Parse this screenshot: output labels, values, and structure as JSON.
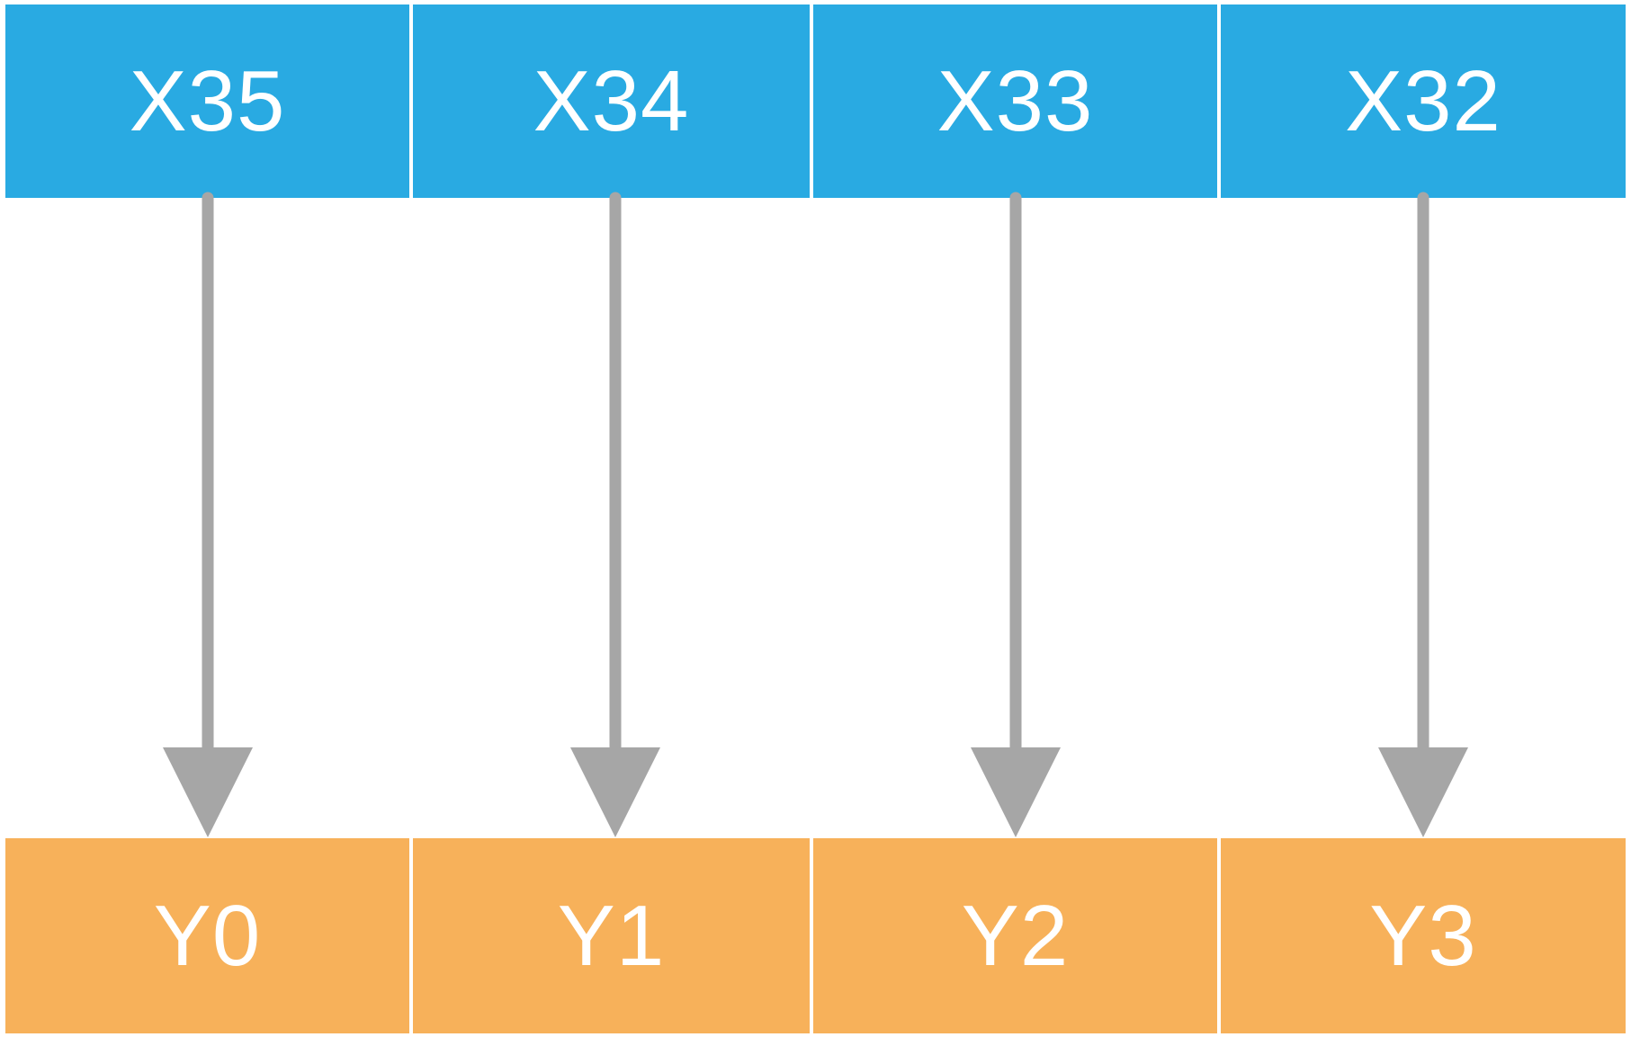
{
  "colors": {
    "input_fill": "#29aae2",
    "output_fill": "#f7b15a",
    "arrow": "#a6a6a6",
    "text": "#ffffff"
  },
  "inputs": [
    {
      "label": "X35"
    },
    {
      "label": "X34"
    },
    {
      "label": "X33"
    },
    {
      "label": "X32"
    }
  ],
  "outputs": [
    {
      "label": "Y0"
    },
    {
      "label": "Y1"
    },
    {
      "label": "Y2"
    },
    {
      "label": "Y3"
    }
  ],
  "connections": [
    {
      "from": "X35",
      "to": "Y0"
    },
    {
      "from": "X34",
      "to": "Y1"
    },
    {
      "from": "X33",
      "to": "Y2"
    },
    {
      "from": "X32",
      "to": "Y3"
    }
  ]
}
